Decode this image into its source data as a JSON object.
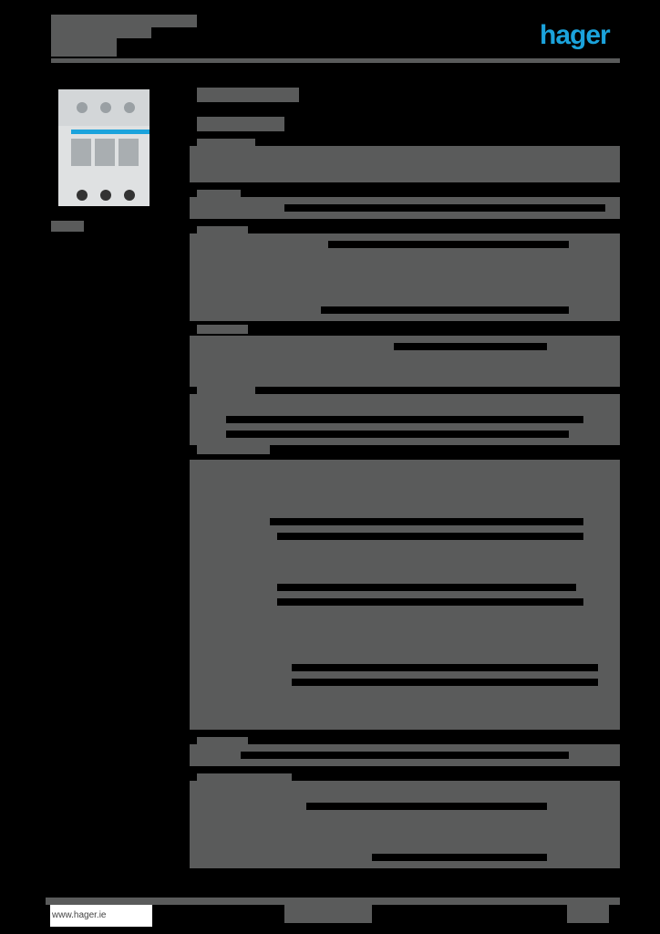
{
  "brand": {
    "logo_text": "hager",
    "logo_color": "#1ba3dc"
  },
  "footer": {
    "website": "www.hager.ie"
  },
  "product_image": {
    "description": "3-pole miniature circuit breaker, light grey housing with blue band",
    "accent_color": "#1ba3dc"
  },
  "render_note": "All other text on the page (header title, product name, catalogue reference, section headings, specification tables, footer page info) is rendered as solid gray blocks and is not legible.",
  "colors": {
    "background": "#000000",
    "text_block": "#5a5b5b",
    "brand": "#1ba3dc"
  }
}
